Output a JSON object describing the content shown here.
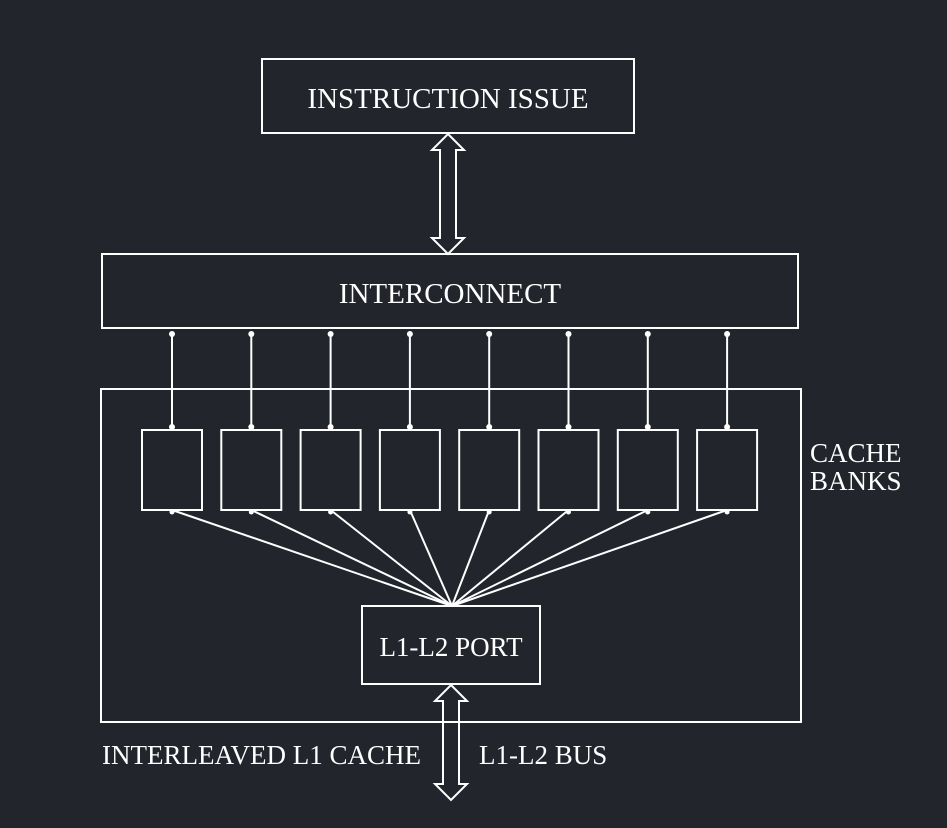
{
  "diagram": {
    "instruction_issue": "INSTRUCTION ISSUE",
    "interconnect": "INTERCONNECT",
    "cache_banks_line1": "CACHE",
    "cache_banks_line2": "BANKS",
    "port": "L1-L2 PORT",
    "interleaved_cache": "INTERLEAVED L1 CACHE",
    "bus": "L1-L2 BUS",
    "bank_count": 8
  },
  "colors": {
    "background": "#22252c",
    "stroke": "#ffffff"
  }
}
